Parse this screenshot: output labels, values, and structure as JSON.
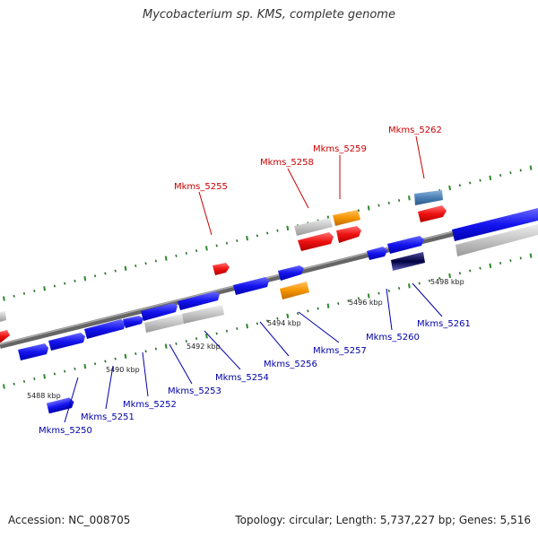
{
  "title": "Mycobacterium sp. KMS, complete genome",
  "footer": {
    "accession": "Accession: NC_008705",
    "topology": "Topology: circular; Length: 5,737,227 bp; Genes: 5,516"
  },
  "colors": {
    "forward_gene": "#1010ee",
    "reverse_gene": "#1010ee",
    "rna_or_hypothetical": "#ee1111",
    "pseudo": "#bbbbbb",
    "orange_feature": "#f59500",
    "steelblue_feature": "#4a7fb5",
    "backbone": "#888888",
    "tick": "#2a8a2a"
  },
  "scale_labels": [
    "5488 kbp",
    "5490 kbp",
    "5492 kbp",
    "5494 kbp",
    "5496 kbp",
    "5498 kbp"
  ],
  "gene_labels_top": [
    "Mkms_5255",
    "Mkms_5258",
    "Mkms_5259",
    "Mkms_5262"
  ],
  "gene_labels_bottom": [
    "Mkms_5250",
    "Mkms_5251",
    "Mkms_5252",
    "Mkms_5253",
    "Mkms_5254",
    "Mkms_5256",
    "Mkms_5257",
    "Mkms_5260",
    "Mkms_5261"
  ]
}
